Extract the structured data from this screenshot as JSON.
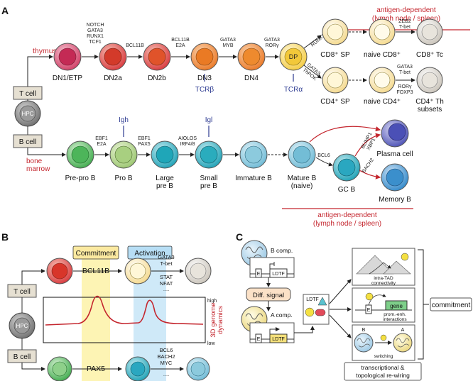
{
  "panels": {
    "a": "A",
    "b": "B",
    "c": "C"
  },
  "colors": {
    "red": "#c4262e",
    "blue": "#2b3990",
    "beige": "#e6e0d2"
  },
  "panel_a": {
    "thymus": "thymus",
    "bone_marrow": [
      "bone",
      "marrow"
    ],
    "t_cell": "T cell",
    "b_cell": "B cell",
    "hpc": "HPC",
    "antigen_top": [
      "antigen-dependent",
      "(lymph node / spleen)"
    ],
    "antigen_bottom": [
      "antigen-dependent",
      "(lymph node / spleen)"
    ],
    "t_factors": {
      "notch": [
        "NOTCH",
        "GATA3",
        "RUNX1",
        "TCF1"
      ],
      "bcl11b": "BCL11B",
      "bcl11b_e2a": [
        "BCL11B",
        "E2A"
      ],
      "gata3_myb": [
        "GATA3",
        "MYB"
      ],
      "gata3_rory": [
        "GATA3",
        "RORγ"
      ],
      "runx3": "RUNX3",
      "gata3_thpok": [
        "GATA3",
        "ThPOK"
      ],
      "zeb2_tbet": [
        "ZEB2",
        "T-bet"
      ],
      "cd4_tf": [
        "GATA3",
        "T-bet",
        "RORγ",
        "FOXP3"
      ]
    },
    "t_cells": [
      "DN1/ETP",
      "DN2a",
      "DN2b",
      "DN3",
      "DN4",
      "DP"
    ],
    "dp": "DP",
    "cd8_sp": "CD8⁺ SP",
    "naive_cd8": "naive CD8⁺",
    "cd8_tc": "CD8⁺ Tc",
    "cd4_sp": "CD4⁺ SP",
    "naive_cd4": "naive CD4⁺",
    "cd4_th": [
      "CD4⁺ Th",
      "subsets"
    ],
    "tcrb": "TCRβ",
    "tcra": "TCRα",
    "b_factors": {
      "ebf1_e2a": [
        "EBF1",
        "E2A"
      ],
      "ebf1_pax5": [
        "EBF1",
        "PAX5"
      ],
      "aiolos": [
        "AIOLOS",
        "IRF4/8"
      ],
      "bcl6": "BCL6",
      "blimp": [
        "BLIMP1",
        "XBP1"
      ],
      "bach2": "BACH2"
    },
    "igh": "Igh",
    "igl": "Igl",
    "b_cells": {
      "prepro": "Pre-pro B",
      "pro": "Pro B",
      "large": [
        "Large",
        "pre B"
      ],
      "small": [
        "Small",
        "pre B"
      ],
      "immature": "Immature B",
      "mature": [
        "Mature B",
        "(naive)"
      ],
      "gc": "GC B",
      "plasma": "Plasma cell",
      "memory": "Memory B"
    }
  },
  "panel_b": {
    "commitment": "Commitment",
    "activation": "Activation",
    "t_cell": "T cell",
    "b_cell": "B cell",
    "hpc": "HPC",
    "bcl11b": "BCL11B",
    "pax5": "PAX5",
    "t_act": [
      "GATA3",
      "T-bet",
      "STAT",
      "NFAT",
      "...."
    ],
    "b_act": [
      "BCL6",
      "BACH2",
      "MYC",
      "...."
    ],
    "high": "high",
    "low": "low",
    "genome_label": [
      "3D genome",
      "dynamics"
    ]
  },
  "panel_c": {
    "b_comp": "B comp.",
    "a_comp": "A comp.",
    "e": "E",
    "ldtf": "LDTF",
    "diff_signal": "Diff. signal",
    "ldtf_box": "LDTF",
    "intra_tad": [
      "intra-TAD",
      "connectivity"
    ],
    "gene": "gene",
    "prom_enh": [
      "prom.-enh.",
      "interactions"
    ],
    "switch_b": "B",
    "switch_a": "A",
    "switching": "switching",
    "commitment": "commitment",
    "rewiring": [
      "transcriptional &",
      "topological re-wiring"
    ]
  }
}
